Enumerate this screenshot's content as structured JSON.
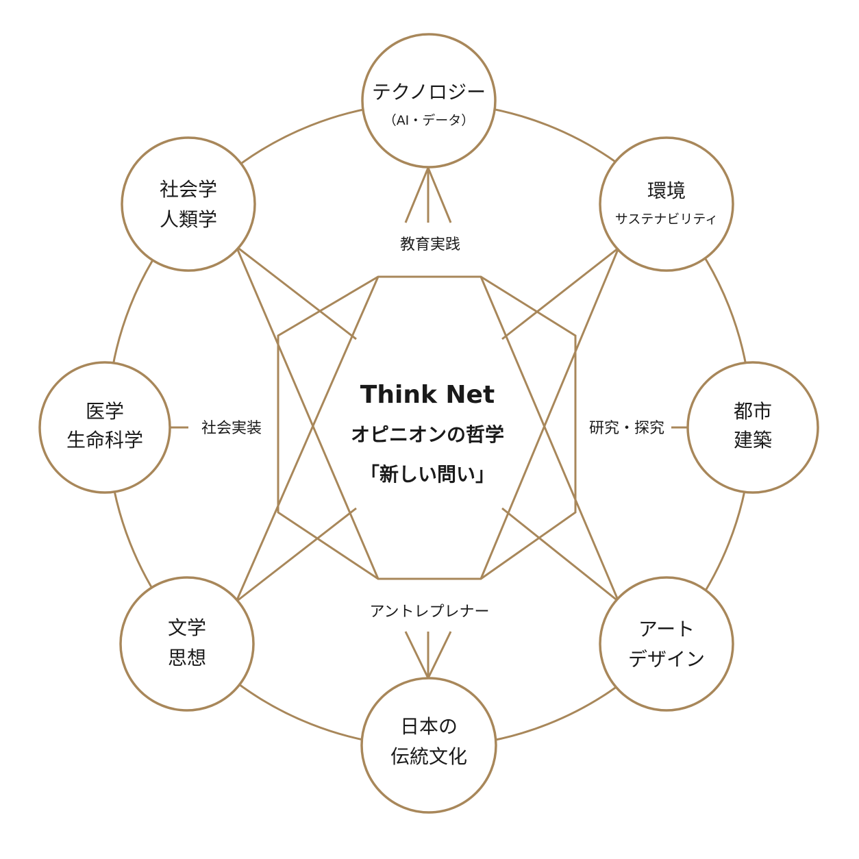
{
  "colors": {
    "line": "#a8875a",
    "text": "#1a1a1a",
    "background": "#ffffff"
  },
  "center": {
    "title": "Think Net",
    "line1": "オピニオンの哲学",
    "line2": "「新しい問い」"
  },
  "nodes": {
    "technology": {
      "main": "テクノロジー",
      "sub": "（AI・データ）"
    },
    "environment": {
      "main": "環境",
      "sub": "サステナビリティ"
    },
    "urban": {
      "main": "都市",
      "sub": "建築"
    },
    "art": {
      "main": "アート",
      "sub": "デザイン"
    },
    "tradition": {
      "main": "日本の",
      "sub": "伝統文化"
    },
    "literature": {
      "main": "文学",
      "sub": "思想"
    },
    "medicine": {
      "main": "医学",
      "sub": "生命科学"
    },
    "sociology": {
      "main": "社会学",
      "sub": "人類学"
    }
  },
  "edge_labels": {
    "top": "教育実践",
    "left": "社会実装",
    "right": "研究・探究",
    "bottom": "アントレプレナー"
  }
}
